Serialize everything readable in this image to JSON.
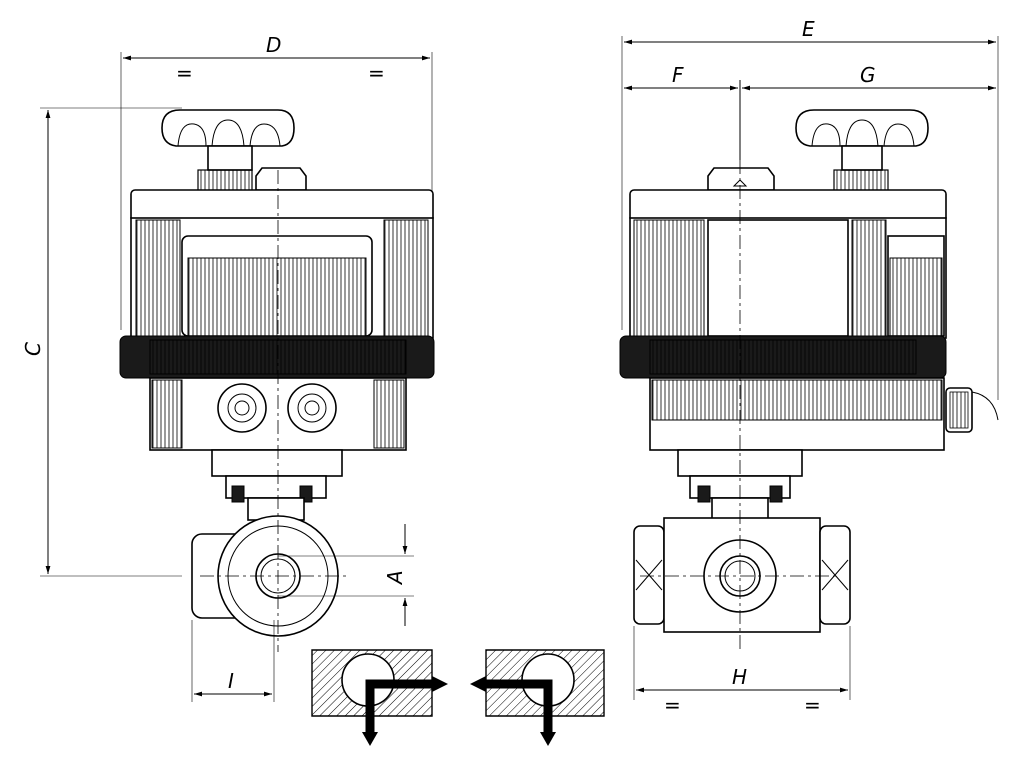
{
  "dimensions": {
    "D": "D",
    "E": "E",
    "F": "F",
    "G": "G",
    "C": "C",
    "A": "A",
    "I": "I",
    "H": "H",
    "equal": "="
  }
}
